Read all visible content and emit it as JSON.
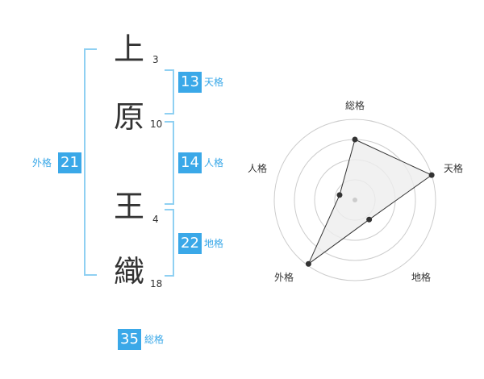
{
  "name_chars": [
    {
      "char": "上",
      "strokes": "3"
    },
    {
      "char": "原",
      "strokes": "10"
    },
    {
      "char": "王",
      "strokes": "4"
    },
    {
      "char": "織",
      "strokes": "18"
    }
  ],
  "fortunes": {
    "tenkaku": {
      "value": "13",
      "label": "天格"
    },
    "jinkaku": {
      "value": "14",
      "label": "人格"
    },
    "chikaku": {
      "value": "22",
      "label": "地格"
    },
    "gaikaku": {
      "value": "21",
      "label": "外格"
    },
    "soukaku": {
      "value": "35",
      "label": "総格"
    }
  },
  "radar": {
    "axes": [
      "総格",
      "天格",
      "地格",
      "外格",
      "人格"
    ],
    "values": [
      0.75,
      1.0,
      0.3,
      0.98,
      0.2
    ],
    "colors": {
      "ring": "#cccccc",
      "fill": "#eeeeee",
      "line": "#333333",
      "point": "#333333",
      "center": "#cccccc"
    }
  },
  "colors": {
    "accent": "#3aa8e8",
    "bracket": "#8fd0f2"
  }
}
